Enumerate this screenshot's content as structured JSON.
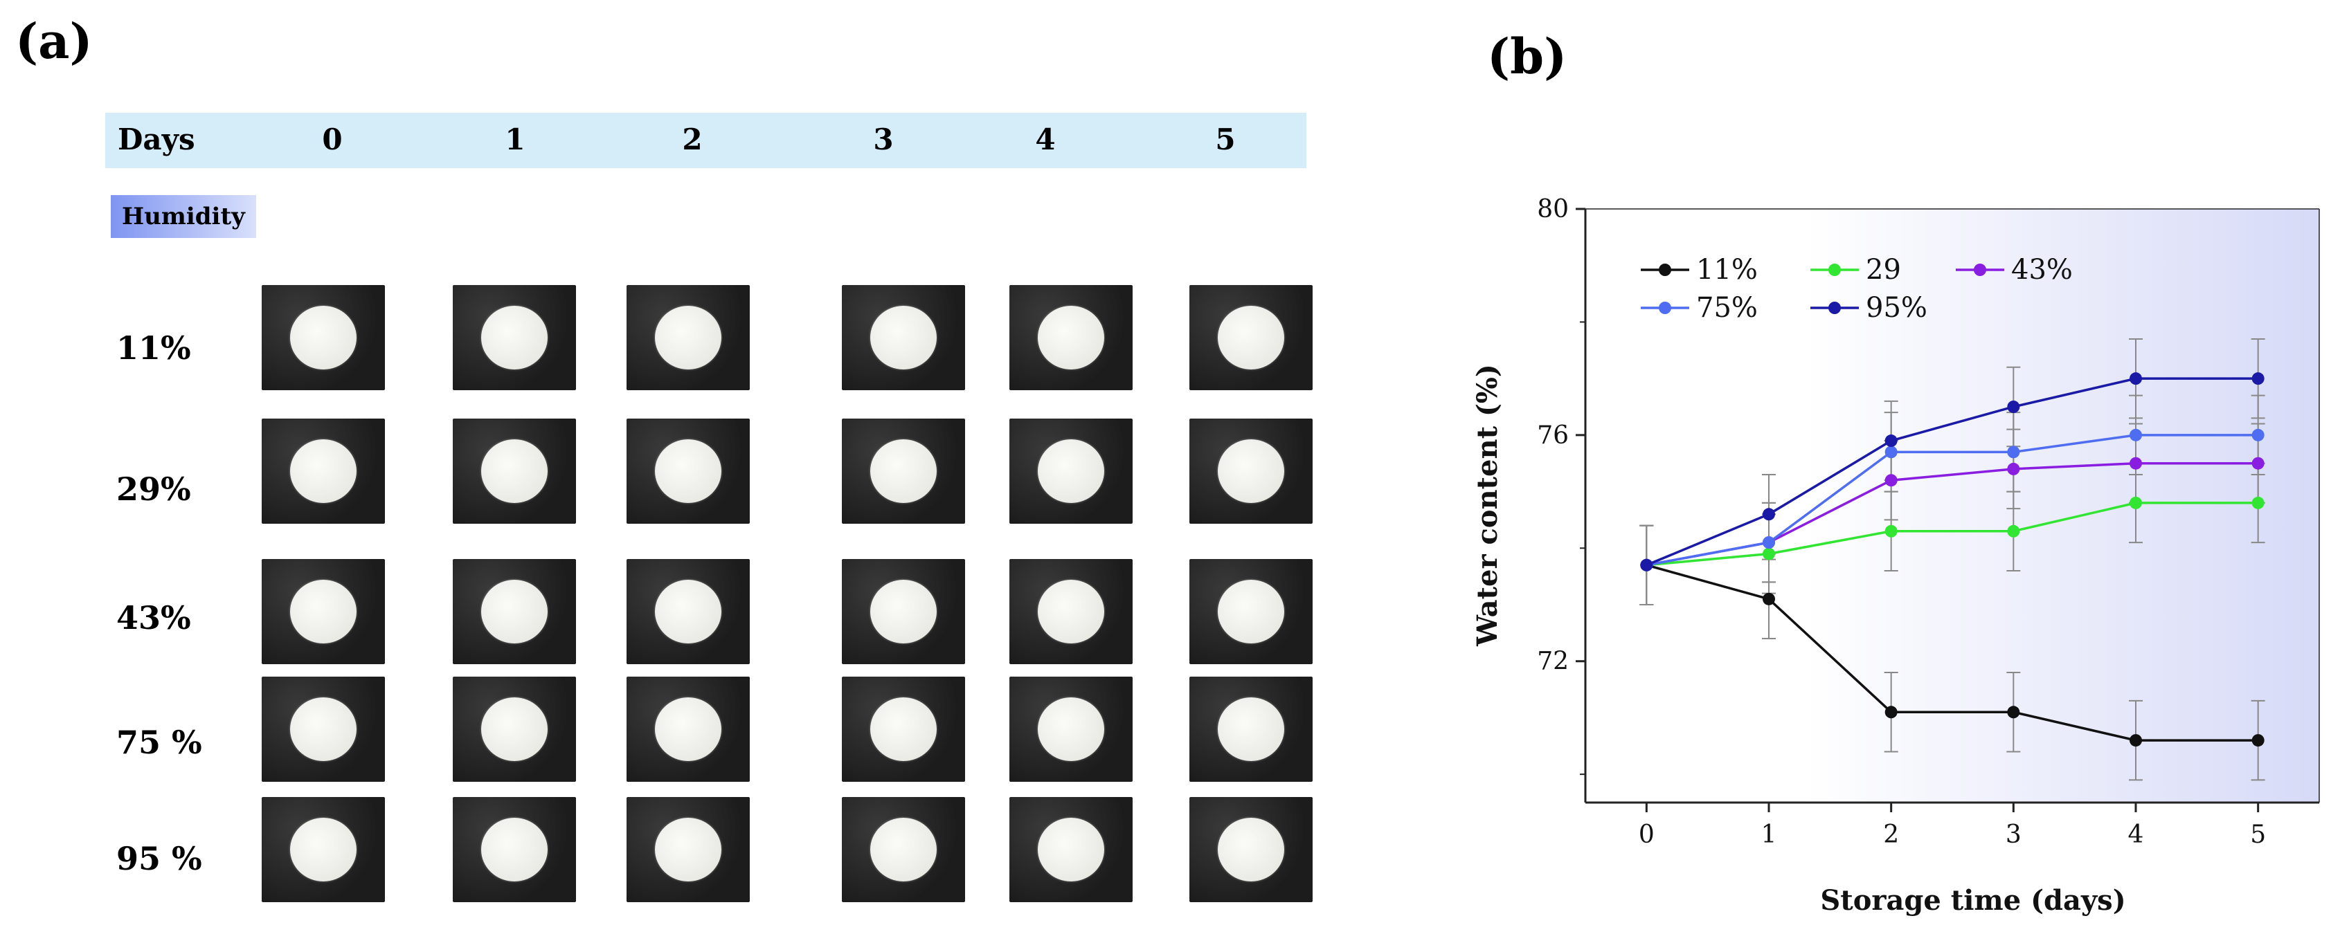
{
  "panel_a": {
    "label": "(a)",
    "days_title": "Days",
    "days": [
      "0",
      "1",
      "2",
      "3",
      "4",
      "5"
    ],
    "humidity_title": "Humidity",
    "rows": [
      "11%",
      "29%",
      "43%",
      "75 %",
      "95 %"
    ]
  },
  "panel_b": {
    "label": "(b)"
  },
  "chart_data": {
    "type": "line",
    "title": "",
    "xlabel": "Storage time (days)",
    "ylabel": "Water content (%)",
    "x": [
      0,
      1,
      2,
      3,
      4,
      5
    ],
    "xlim": [
      -0.5,
      5.5
    ],
    "ylim": [
      69.5,
      80
    ],
    "yticks": [
      72,
      76,
      80
    ],
    "grid": false,
    "legend_position": "top-left",
    "background": "gradient",
    "series": [
      {
        "name": "11%",
        "color": "#111111",
        "values": [
          73.7,
          73.1,
          71.1,
          71.1,
          70.6,
          70.6
        ],
        "errors": [
          0.7,
          0.7,
          0.7,
          0.7,
          0.7,
          0.7
        ]
      },
      {
        "name": "29",
        "color": "#33e533",
        "values": [
          73.7,
          73.9,
          74.3,
          74.3,
          74.8,
          74.8
        ],
        "errors": [
          0.7,
          0.7,
          0.7,
          0.7,
          0.7,
          0.7
        ]
      },
      {
        "name": "43%",
        "color": "#8a1ee0",
        "values": [
          73.7,
          74.1,
          75.2,
          75.4,
          75.5,
          75.5
        ],
        "errors": [
          0.7,
          0.7,
          0.7,
          0.7,
          0.7,
          0.7
        ]
      },
      {
        "name": "75%",
        "color": "#4f6df0",
        "values": [
          73.7,
          74.1,
          75.7,
          75.7,
          76.0,
          76.0
        ],
        "errors": [
          0.7,
          0.7,
          0.7,
          0.7,
          0.7,
          0.7
        ]
      },
      {
        "name": "95%",
        "color": "#1a1aa6",
        "values": [
          73.7,
          74.6,
          75.9,
          76.5,
          77.0,
          77.0
        ],
        "errors": [
          0.7,
          0.7,
          0.7,
          0.7,
          0.7,
          0.7
        ]
      }
    ]
  }
}
